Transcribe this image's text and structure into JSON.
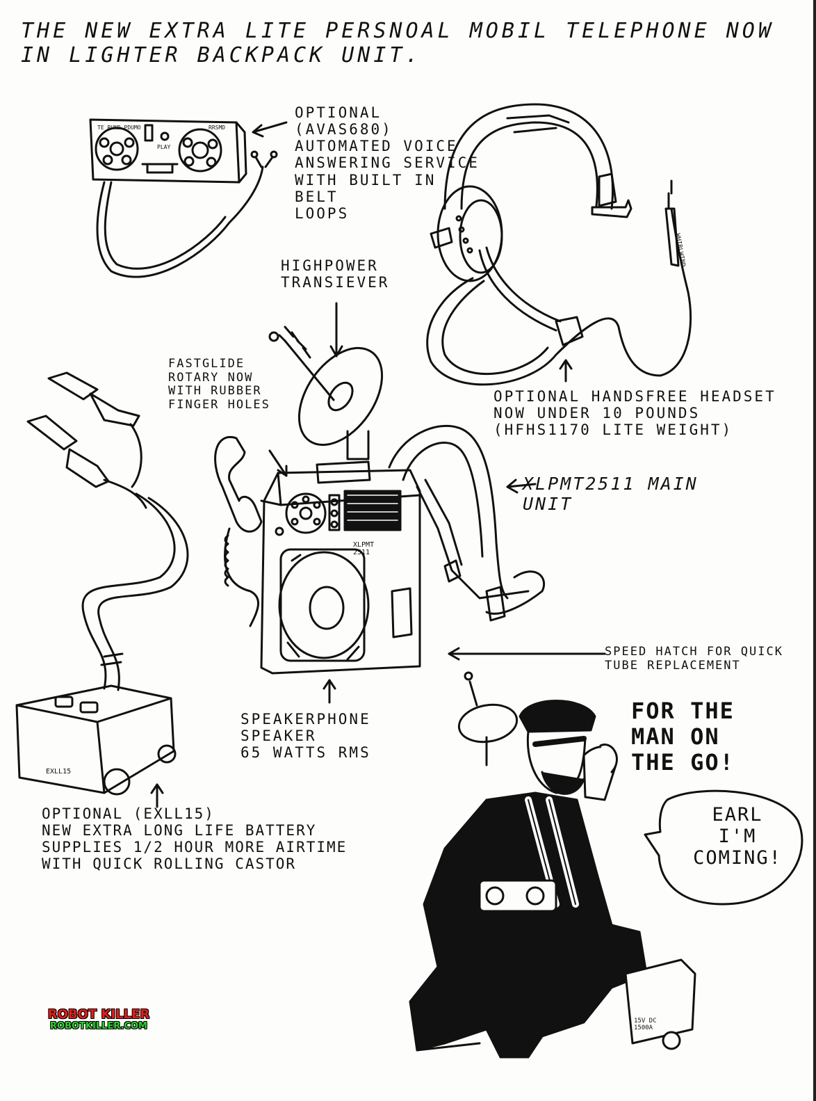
{
  "title": "THE NEW EXTRA LITE PERSNOAL MOBIL TELEPHONE NOW IN LIGHTER BACKPACK UNIT.",
  "labels": {
    "answering_service": "OPTIONAL (AVAS680)\nAUTOMATED VOICE\nANSWERING SERVICE\nWITH BUILT IN BELT\nLOOPS",
    "transceiver": "HIGHPOWER\nTRANSIEVER",
    "rotary": "FASTGLIDE\nROTARY NOW\nWITH RUBBER\nFINGER HOLES",
    "headset": "OPTIONAL      HANDSFREE HEADSET\nNOW UNDER 10 POUNDS\n(HFHS1170 LITE WEIGHT)",
    "main_unit": "XLPMT2511 MAIN\nUNIT",
    "speed_hatch": "SPEED HATCH FOR QUICK\nTUBE REPLACEMENT",
    "speaker": "SPEAKERPHONE SPEAKER\n65 WATTS RMS",
    "battery": "OPTIONAL (EXLL15)\nNEW EXTRA LONG LIFE BATTERY\nSUPPLIES 1/2 HOUR MORE AIRTIME\nWITH QUICK ROLLING CASTOR"
  },
  "device_markings": {
    "recorder_left": "TE RUND PDUMO",
    "recorder_right": "RRSMD",
    "recorder_play": "PLAY",
    "headset_cord": "WHIRLWIND",
    "unit_badge": "XLPMT\n2511",
    "battery_badge": "EXLL15",
    "battery2_badge": "15V DC\n1500A"
  },
  "speech": {
    "shout": "FOR THE\nMAN ON\nTHE GO!",
    "bubble": "EARL\nI'M COMING!"
  },
  "watermark": {
    "line1": "ROBOT KILLER",
    "line2": "ROBOTKILLER.COM"
  }
}
